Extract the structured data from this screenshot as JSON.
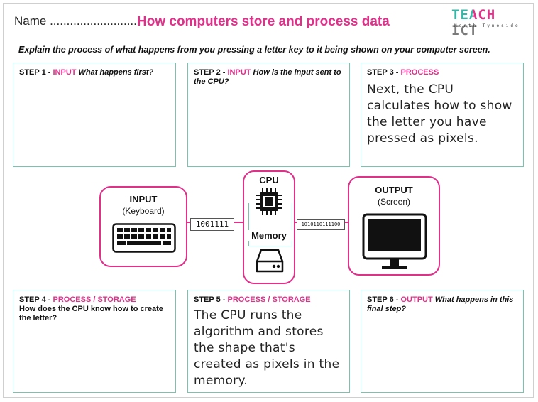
{
  "header": {
    "name_label": "Name ..........................",
    "title": "How computers store and process data",
    "logo_text": "TEACH ICT",
    "logo_sub": "North Tyneside"
  },
  "instruction": "Explain the process of what happens from you pressing a letter key to it being shown on your computer screen.",
  "steps": [
    {
      "num": "STEP 1 - ",
      "kind": "INPUT",
      "question": " What happens first?",
      "answer": ""
    },
    {
      "num": "STEP 2 - ",
      "kind": "INPUT",
      "question": " How is the input sent to the CPU?",
      "answer": ""
    },
    {
      "num": "STEP 3 - ",
      "kind": "PROCESS",
      "question": "",
      "answer": "Next, the CPU calculates how to show the letter you have pressed as pixels."
    },
    {
      "num": "STEP 4 - ",
      "kind": " PROCESS / STORAGE",
      "question": " How does the CPU know how to create the letter?",
      "answer": ""
    },
    {
      "num": "STEP 5 - ",
      "kind": "PROCESS / STORAGE",
      "question": "",
      "answer": "The CPU runs the algorithm and stores the shape that's created as pixels in the memory."
    },
    {
      "num": "STEP 6 - ",
      "kind": "OUTPUT",
      "question": " What happens in this final step?",
      "answer": ""
    }
  ],
  "diagram": {
    "input_title": "INPUT",
    "input_sub": "(Keyboard)",
    "cpu_title": "CPU",
    "memory_label": "Memory",
    "output_title": "OUTPUT",
    "output_sub": "(Screen)",
    "bits_in": "1001111",
    "bits_out": "1010110111100"
  },
  "colors": {
    "accent": "#e0308a",
    "border": "#7ac2ad"
  }
}
